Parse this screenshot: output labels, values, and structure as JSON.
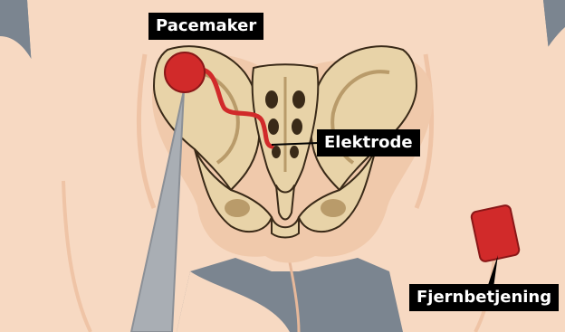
{
  "labels": {
    "pacemaker": "Pacemaker",
    "electrode": "Elektrode",
    "remote": "Fjernbetjening"
  },
  "colors": {
    "background": "#7b8590",
    "skin": "#f7d9c2",
    "skin_shadow": "#efc4a6",
    "bone": "#e8d3a8",
    "bone_outline": "#3a2a18",
    "bone_shadow": "#b99b6a",
    "device_red": "#d12a2a",
    "label_bg": "#000000",
    "label_text": "#ffffff",
    "needle": "#a9aeb4"
  },
  "icons": [
    "pacemaker-device",
    "electrode-lead",
    "remote-control",
    "pelvis-bone",
    "needle"
  ]
}
